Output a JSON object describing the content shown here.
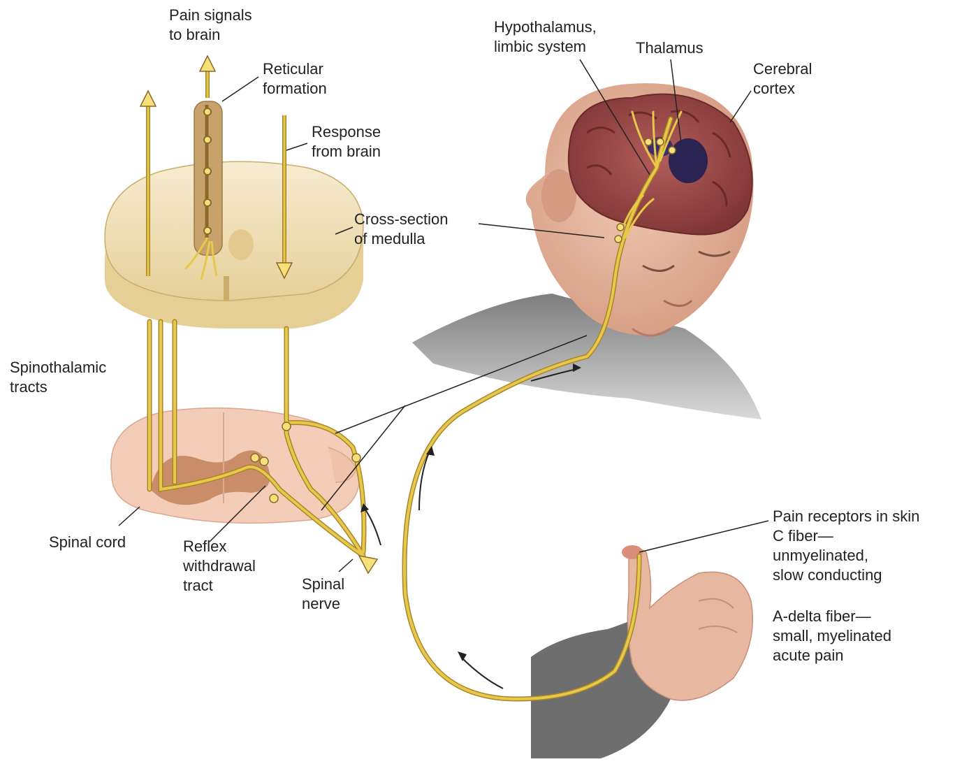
{
  "labels": {
    "pain_signals": [
      "Pain signals",
      "to brain"
    ],
    "reticular": [
      "Reticular",
      "formation"
    ],
    "response": [
      "Response",
      "from brain"
    ],
    "cross_section": [
      "Cross-section",
      "of medulla"
    ],
    "hypothalamus": [
      "Hypothalamus,",
      "limbic system"
    ],
    "thalamus": [
      "Thalamus"
    ],
    "cerebral": [
      "Cerebral",
      "cortex"
    ],
    "spinothalamic": [
      "Spinothalamic",
      "tracts"
    ],
    "spinal_cord": [
      "Spinal cord"
    ],
    "reflex": [
      "Reflex",
      "withdrawal",
      "tract"
    ],
    "spinal_nerve": [
      "Spinal",
      "nerve"
    ],
    "c_fiber": [
      "Pain receptors in skin",
      "C fiber—",
      "unmyelinated,",
      "slow conducting"
    ],
    "a_delta": [
      "A-delta fiber—",
      "small, myelinated",
      "acute pain"
    ]
  },
  "colors": {
    "nerve": "#e8c84a",
    "nerve_outline": "#a7862a",
    "medulla": "#f1e2b8",
    "medulla_dark": "#d8c089",
    "cord_outer": "#f4cdb8",
    "cord_gray": "#c98d6a",
    "brain": "#9b4a4a",
    "thalamus": "#2b2453",
    "skin": "#e7b7a0",
    "shirt": "#6e6e6e"
  }
}
